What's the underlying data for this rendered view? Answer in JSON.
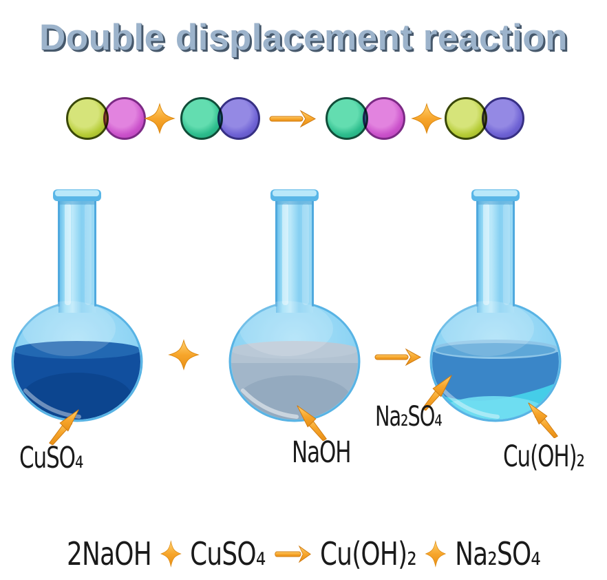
{
  "title": "Double displacement reaction",
  "molecule_row": {
    "reactant_pairs": [
      {
        "atoms": [
          "yellow-green",
          "magenta"
        ]
      },
      {
        "atoms": [
          "teal-green",
          "purple"
        ]
      }
    ],
    "product_pairs": [
      {
        "atoms": [
          "teal-green",
          "magenta"
        ]
      },
      {
        "atoms": [
          "yellow-green",
          "purple"
        ]
      }
    ],
    "atom_colors": {
      "yellow-green": "#b6cc37",
      "magenta": "#cb52cb",
      "teal-green": "#2dbd8d",
      "purple": "#6e62d4"
    },
    "operators": [
      "plus",
      "arrow",
      "plus"
    ]
  },
  "flasks": [
    {
      "name": "flask-cuso4",
      "label": "CuSO₄",
      "liquid_color": "#114f9e"
    },
    {
      "name": "flask-naoh",
      "label": "NaOH",
      "liquid_color": "#a2b6c9"
    },
    {
      "name": "flask-products",
      "labels": {
        "solution": "Na₂SO₄",
        "precipitate": "Cu(OH)₂"
      },
      "solution_color": "#3a86c8",
      "precipitate_color": "#45cde8"
    }
  ],
  "flask_operators": [
    "plus",
    "arrow"
  ],
  "equation": {
    "term1": "2NaOH",
    "term2": "CuSO₄",
    "term3": "Cu(OH)₂",
    "term4": "Na₂SO₄"
  },
  "colors": {
    "title": "#9cb3cb",
    "title_shadow": "#46586b",
    "accent_orange": "#f5a733",
    "glass": "#7ecbf1",
    "glass_edge": "#58b3e4"
  }
}
